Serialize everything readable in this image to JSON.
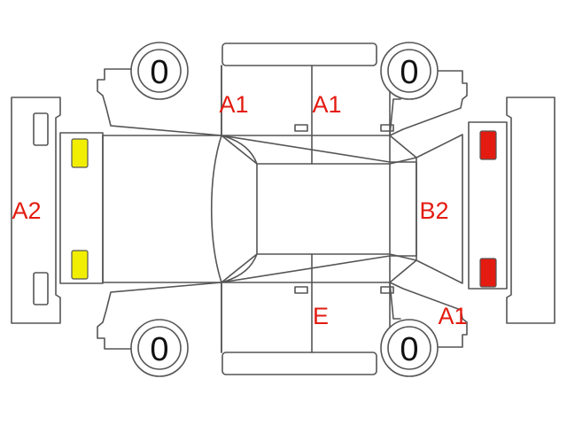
{
  "colors": {
    "outline": "#555555",
    "damage_code": "#e31b10",
    "front_lamp": "#f2ee00",
    "rear_lamp": "#e31b10",
    "tire_value": "#111111"
  },
  "tires": {
    "front_left": "0",
    "rear_left": "0",
    "front_right": "0",
    "rear_right": "0"
  },
  "damage_codes": {
    "left_front_door": "A1",
    "left_rear_door": "A1",
    "front_bumper": "A2",
    "rear_hatch": "B2",
    "right_rear_door": "E",
    "right_rear_quarter": "A1"
  }
}
